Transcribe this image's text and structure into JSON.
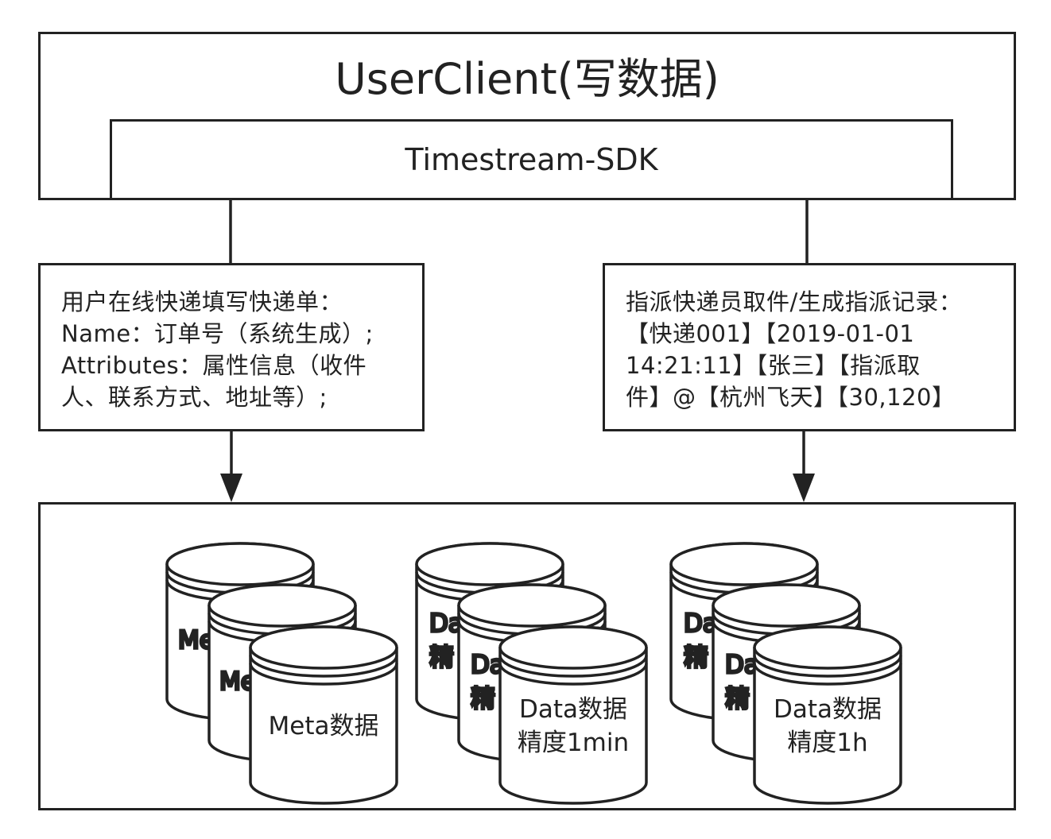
{
  "client": {
    "title": "UserClient(写数据)"
  },
  "sdk": {
    "label": "Timestream-SDK"
  },
  "left_note": {
    "lines": [
      "用户在线快递填写快递单：",
      "Name：订单号（系统生成）;",
      "Attributes：属性信息（收件",
      "人、联系方式、地址等）;"
    ]
  },
  "right_note": {
    "lines": [
      "指派快递员取件/生成指派记录：",
      "【快递001】【2019-01-01",
      "14:21:11】【张三】【指派取",
      "件】@【杭州飞天】【30,120】"
    ]
  },
  "storage": {
    "meta": {
      "line1": "Meta数据",
      "partial_back": "Me",
      "partial_mid": "Me"
    },
    "data_min": {
      "line1": "Data数据",
      "line2": "精度1min",
      "partial_top": "Da",
      "partial_bottom": "精"
    },
    "data_hour": {
      "line1": "Data数据",
      "line2": "精度1h",
      "partial_top": "Da",
      "partial_bottom": "精"
    }
  }
}
